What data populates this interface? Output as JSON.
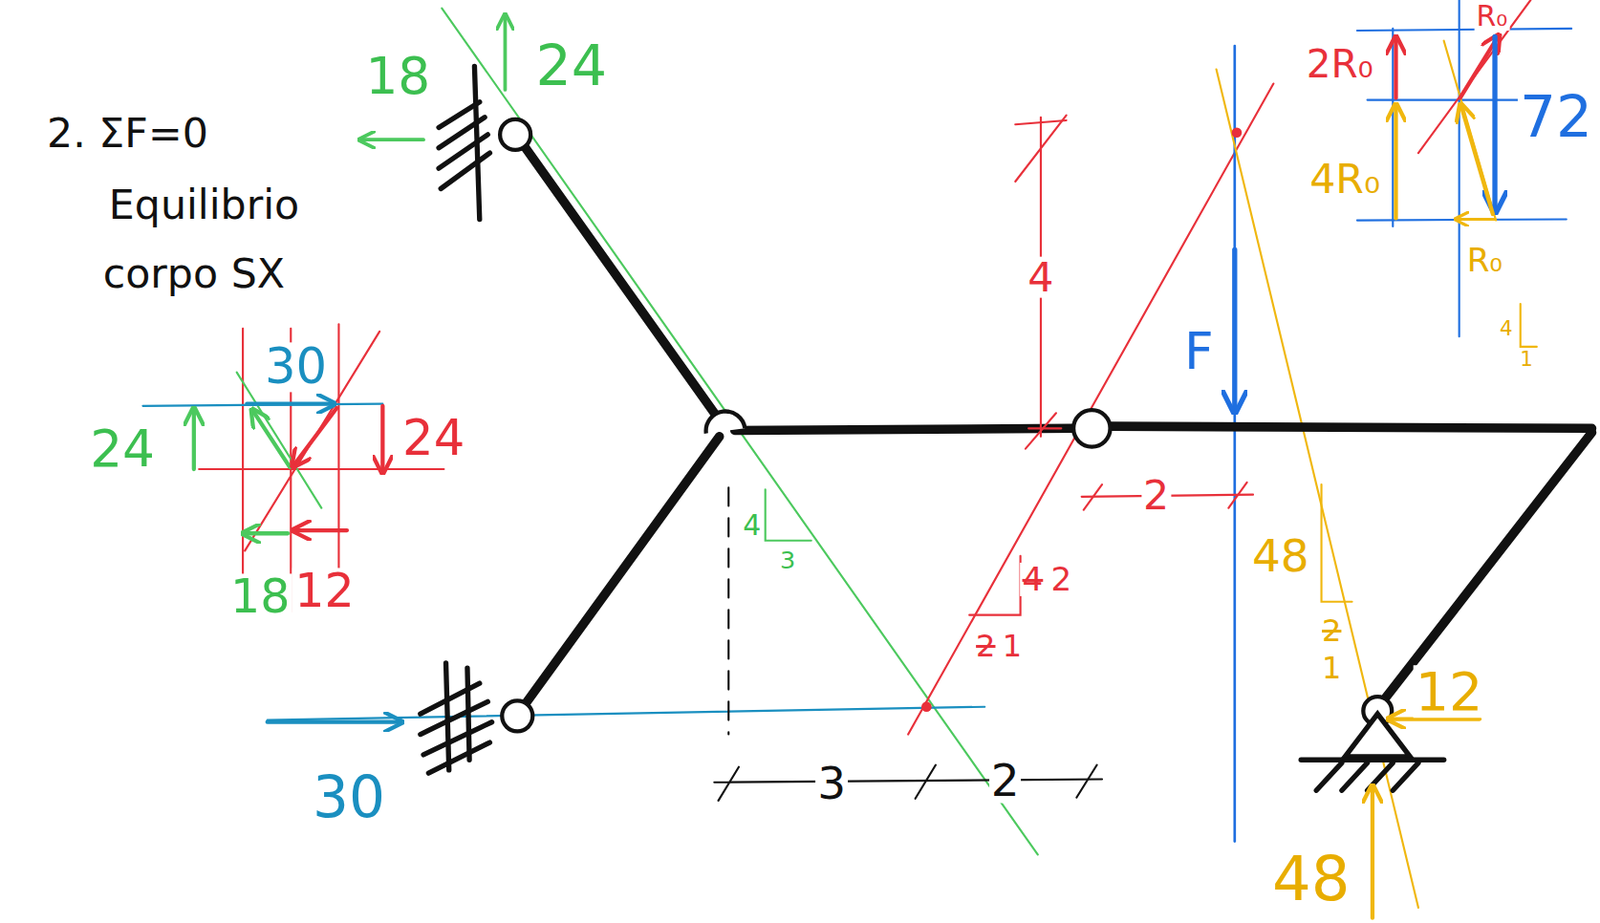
{
  "diagram": {
    "labels": [
      "2. ΣF=0",
      "Equilibrio",
      "corpo SX",
      "18",
      "24",
      "30",
      "24",
      "24",
      "18",
      "12",
      "30",
      "4",
      "3",
      "3",
      "2",
      "4",
      "2",
      "4",
      "2",
      "2",
      "1",
      "F",
      "48",
      "2",
      "1",
      "12",
      "48",
      "2R₀",
      "R₀",
      "4R₀",
      "R₀",
      "72",
      "4",
      "1"
    ]
  }
}
